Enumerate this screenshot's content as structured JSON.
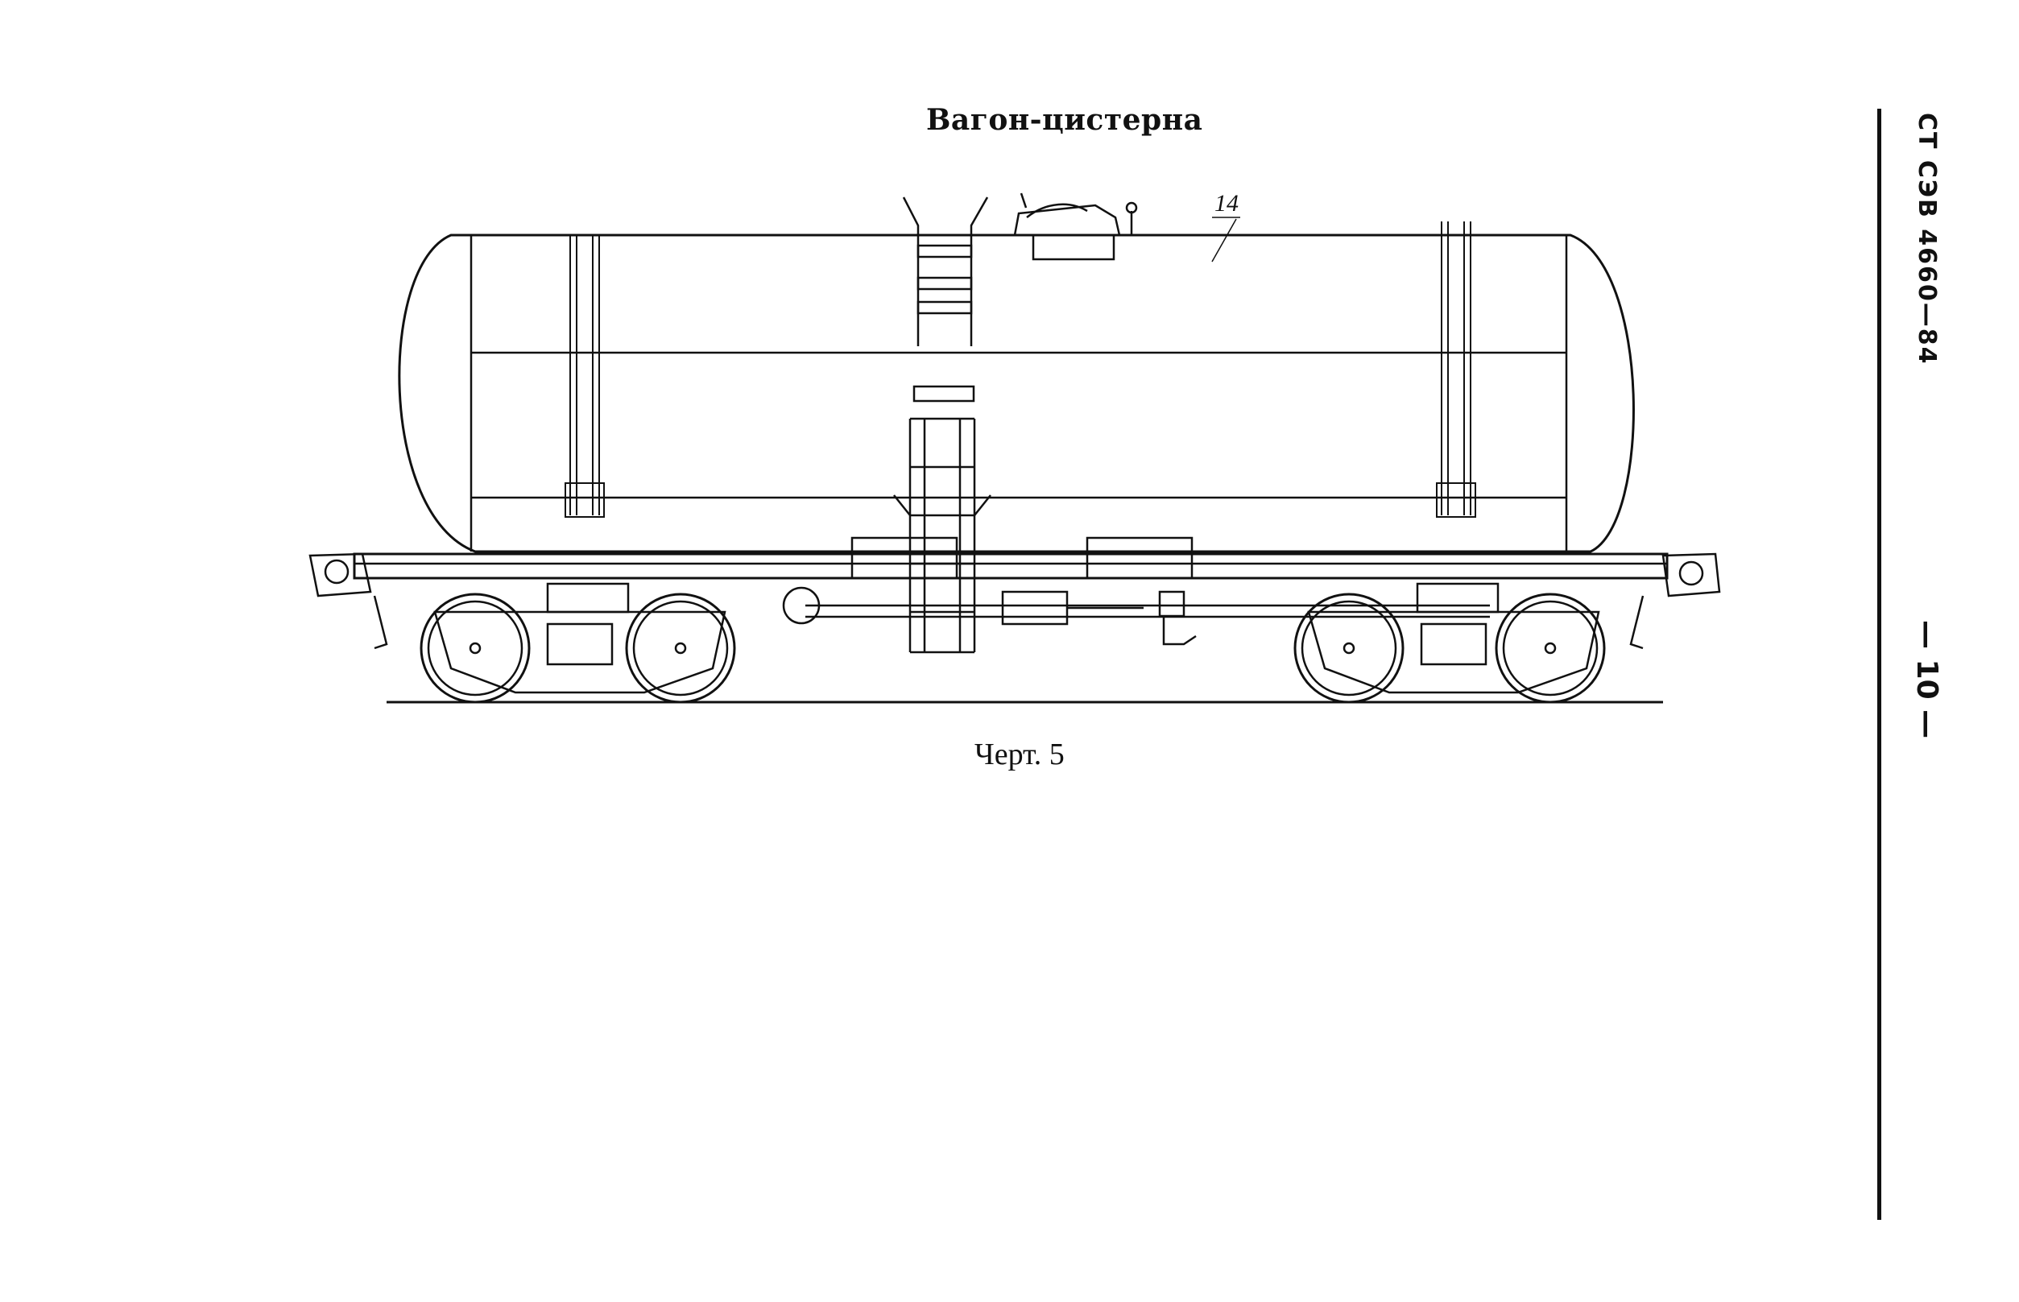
{
  "document": {
    "title": "Вагон-цистерна",
    "caption": "Черт. 5",
    "standard_code": "СТ СЭВ 4660—84",
    "page_number": "— 10 —"
  },
  "drawing": {
    "callout_label": "14"
  }
}
